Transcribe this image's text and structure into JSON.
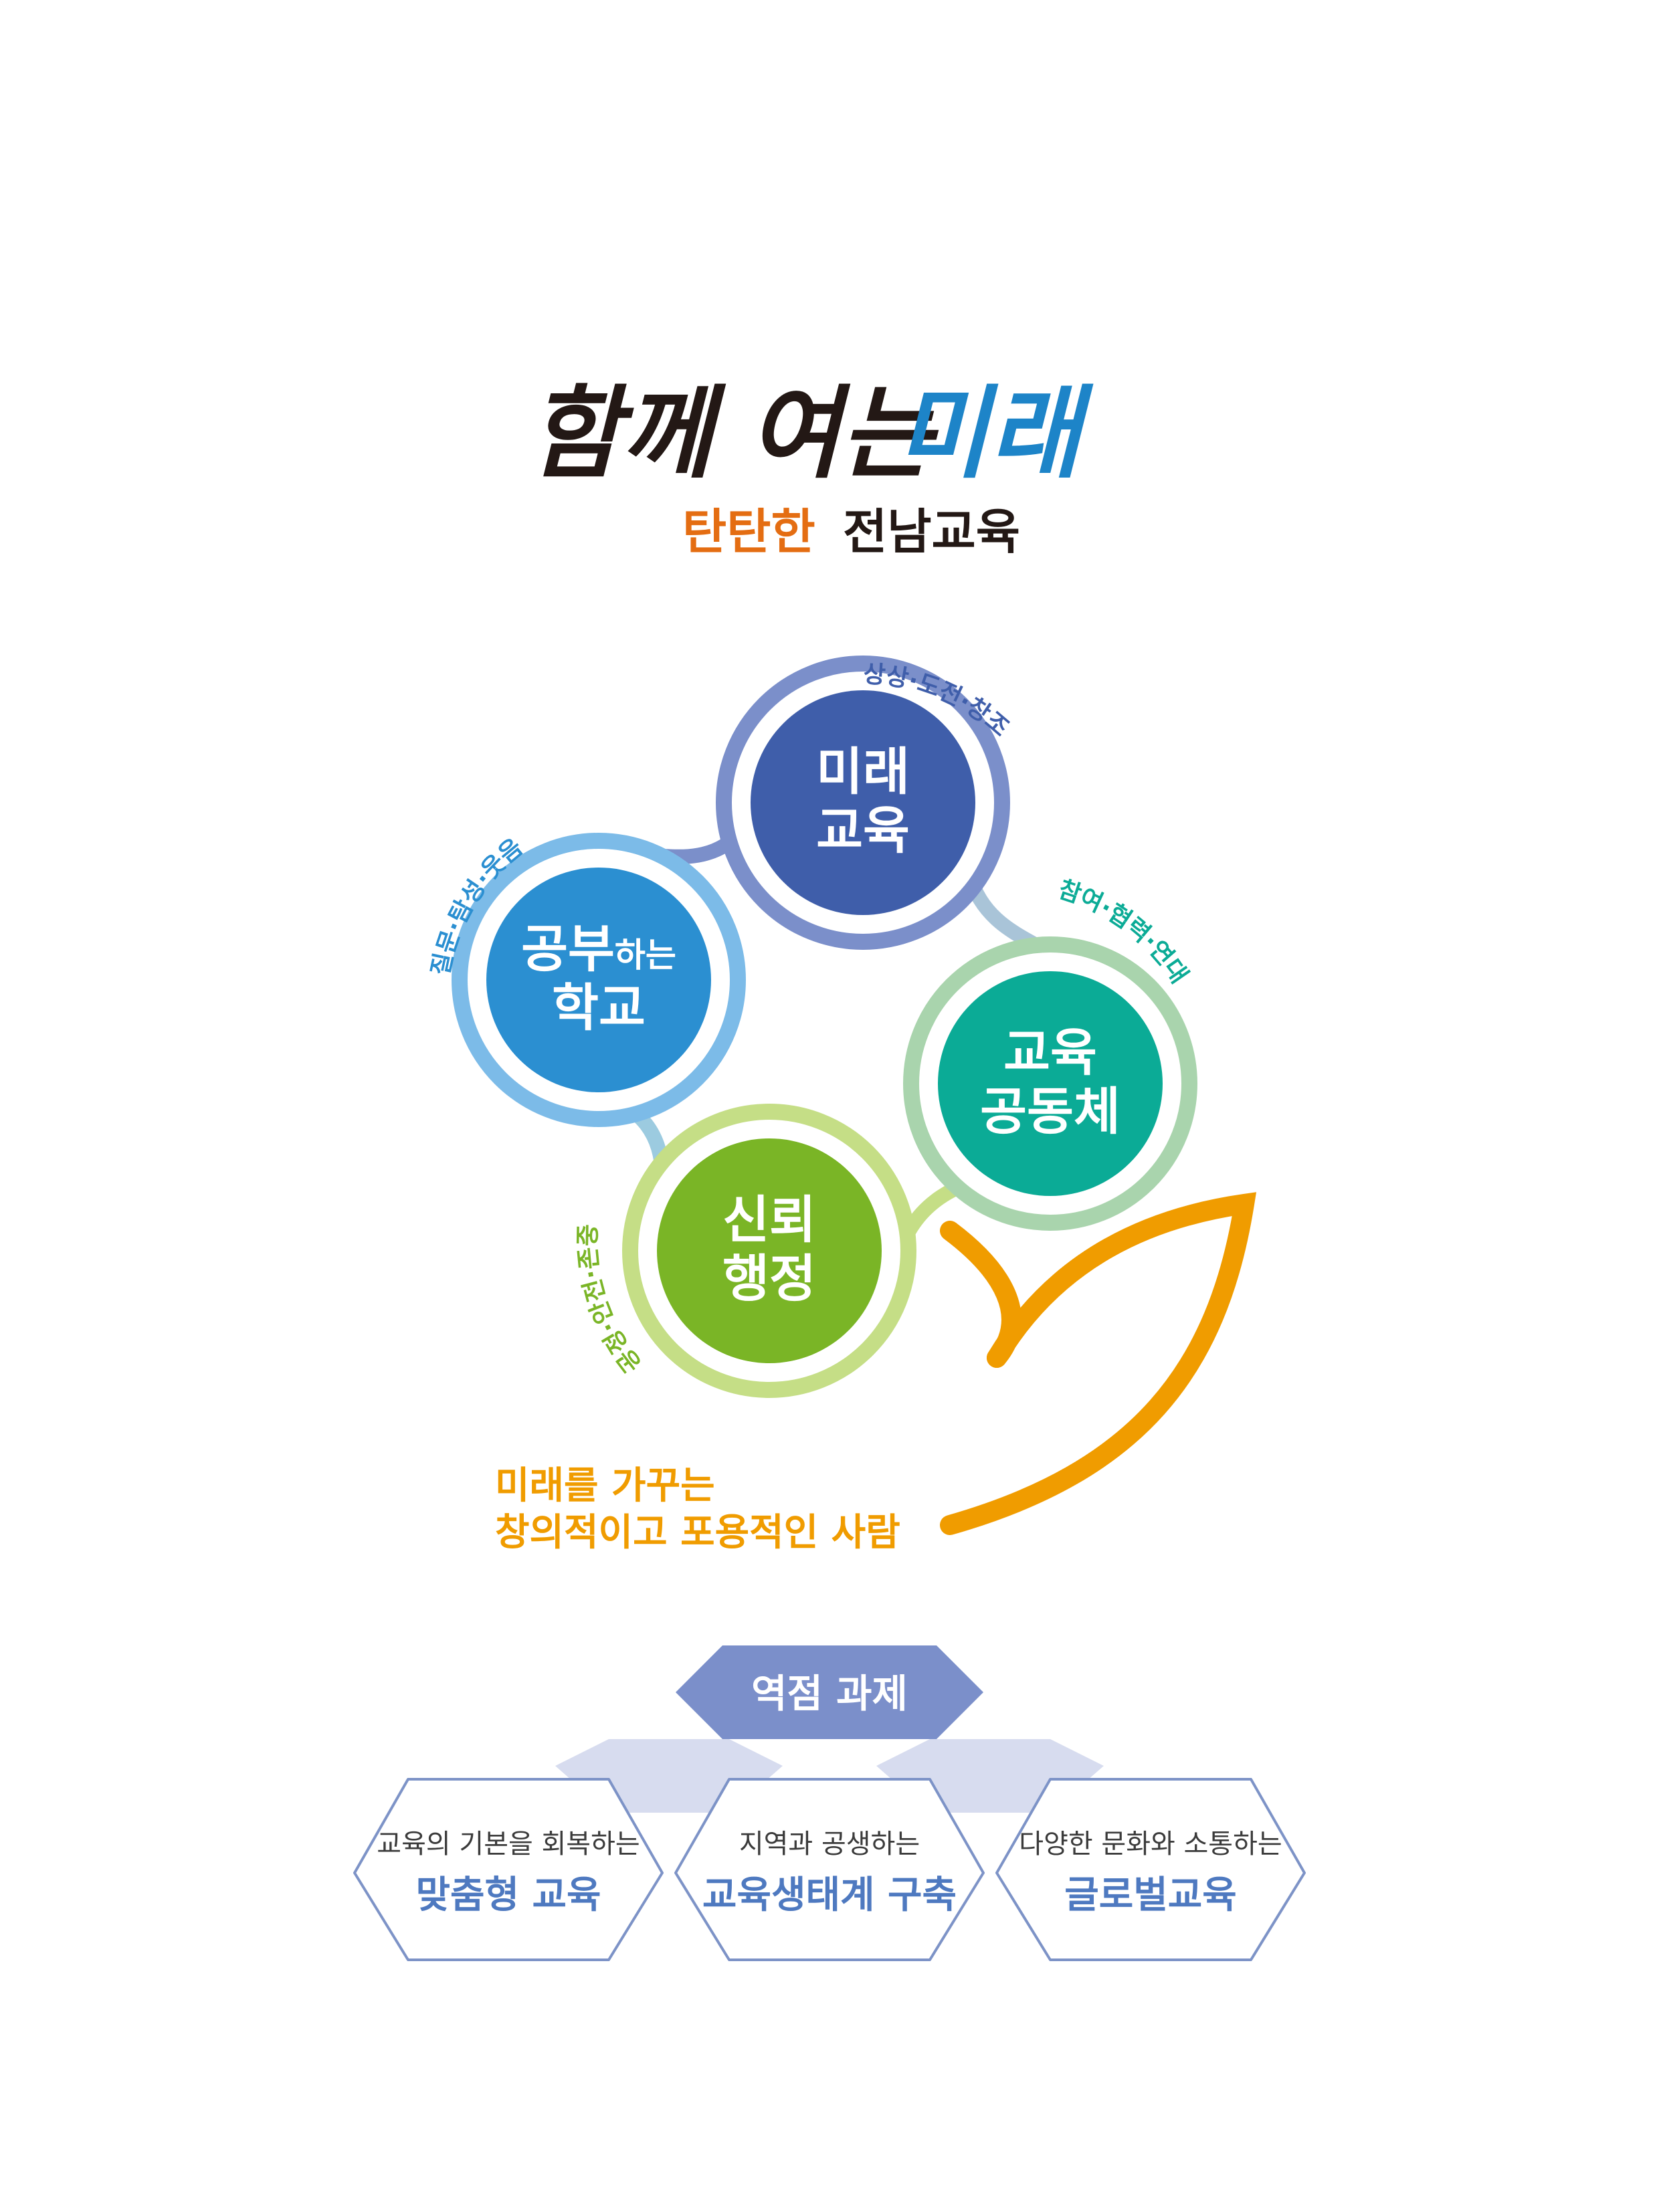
{
  "slogan": {
    "part1": "함께 여는",
    "part2": "미래",
    "sub_highlight": "탄탄한",
    "sub_rest": "전남교육"
  },
  "circles": [
    {
      "id": "future",
      "line1": "미래",
      "line2": "교육",
      "arc_text": "상상·도전·창조",
      "fill": "#3f5eaa",
      "ring": "#7b8fca"
    },
    {
      "id": "school",
      "line1_big": "공부",
      "line1_small": "하는",
      "line2": "학교",
      "arc_text": "질문·탐성·웃음",
      "fill": "#2b8fd1",
      "ring": "#7cbbe8"
    },
    {
      "id": "community",
      "line1": "교육",
      "line2": "공동체",
      "arc_text": "참여·협력·연대",
      "fill": "#0bab96",
      "ring": "#a9d4ad"
    },
    {
      "id": "trust",
      "line1": "신뢰",
      "line2": "행정",
      "arc_text": "공정·안전·존중",
      "fill": "#7ab526",
      "ring": "#c5de86"
    }
  ],
  "person": {
    "line1": "미래를 가꾸는",
    "line2": "창의적이고 포용적인 사람"
  },
  "tasks": {
    "header": "역점 과제",
    "items": [
      {
        "sub": "교육의 기본을 회복하는",
        "title": "맞춤형 교육"
      },
      {
        "sub": "지역과 공생하는",
        "title": "교육생태계 구축"
      },
      {
        "sub": "다양한 문화와 소통하는",
        "title": "글로벌교육"
      }
    ]
  },
  "colors": {
    "orange": "#f09c00",
    "header_purple": "#7b8fca",
    "light_purple": "#d7dcef",
    "task_border": "#7d93c7",
    "task_title": "#4e79c0"
  }
}
